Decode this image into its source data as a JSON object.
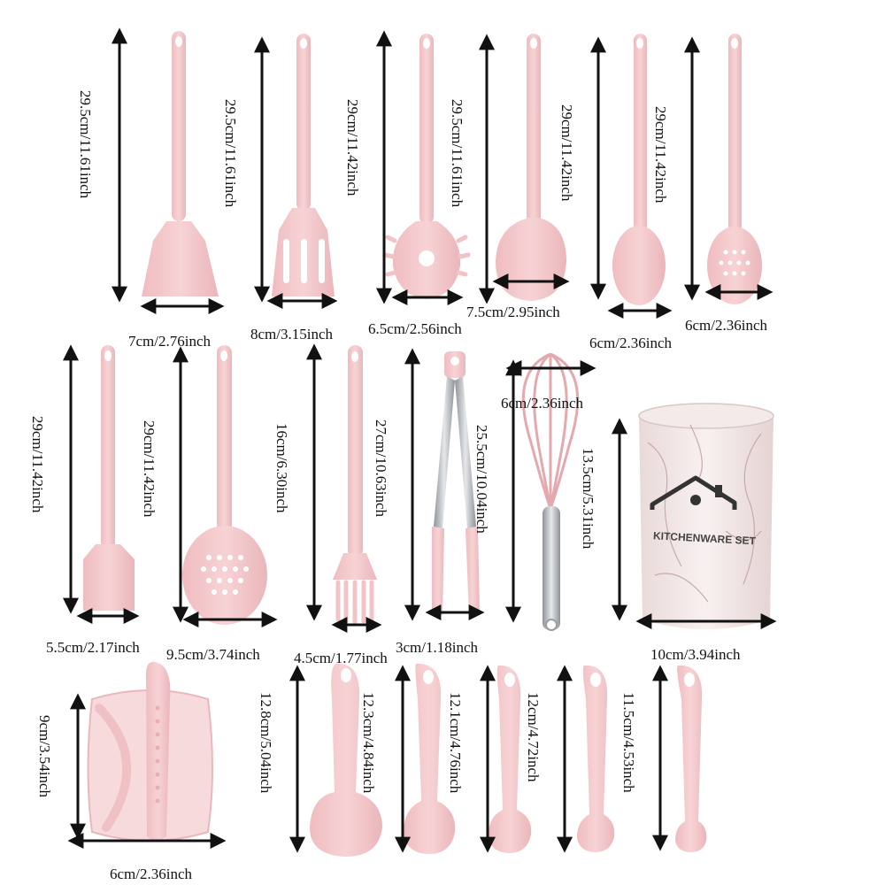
{
  "brand": {
    "label": "KITCHENWARE SET"
  },
  "colors": {
    "silicone": "#f4c9cb",
    "silicone_dark": "#e8aeb2",
    "steel": "#b9bcc0",
    "ink": "#111111",
    "marble": "#efe3e2"
  },
  "utensils": [
    {
      "name": "solid-turner",
      "length": "29.5cm/11.61inch",
      "width": "7cm/2.76inch"
    },
    {
      "name": "slotted-turner",
      "length": "29.5cm/11.61inch",
      "width": "8cm/3.15inch"
    },
    {
      "name": "spaghetti-server",
      "length": "29cm/11.42inch",
      "width": "6.5cm/2.56inch"
    },
    {
      "name": "soup-ladle",
      "length": "29.5cm/11.61inch",
      "width": "7.5cm/2.95inch"
    },
    {
      "name": "solid-spoon",
      "length": "29cm/11.42inch",
      "width": "6cm/2.36inch"
    },
    {
      "name": "slotted-spoon",
      "length": "29cm/11.42inch",
      "width": "6cm/2.36inch"
    },
    {
      "name": "spatula",
      "length": "29cm/11.42inch",
      "width": "5.5cm/2.17inch"
    },
    {
      "name": "skimmer",
      "length": "29cm/11.42inch",
      "width": "9.5cm/3.74inch"
    },
    {
      "name": "basting-brush",
      "length": "16cm/6.30inch",
      "width": "4.5cm/1.77inch"
    },
    {
      "name": "tongs",
      "length": "27cm/10.63inch",
      "width": "3cm/1.18inch"
    },
    {
      "name": "whisk",
      "length": "25.5cm/10.04inch",
      "width": "6cm/2.36inch"
    },
    {
      "name": "utensil-holder",
      "length": "13.5cm/5.31inch",
      "width": "10cm/3.94inch"
    },
    {
      "name": "oven-mitt",
      "length": "9cm/3.54inch",
      "width": "6cm/2.36inch"
    },
    {
      "name": "measuring-spoon-1",
      "length": "12.8cm/5.04inch"
    },
    {
      "name": "measuring-spoon-2",
      "length": "12.3cm/4.84inch"
    },
    {
      "name": "measuring-spoon-3",
      "length": "12.1cm/4.76inch"
    },
    {
      "name": "measuring-spoon-4",
      "length": "12cm/4.72inch"
    },
    {
      "name": "measuring-spoon-5",
      "length": "11.5cm/4.53inch"
    }
  ]
}
